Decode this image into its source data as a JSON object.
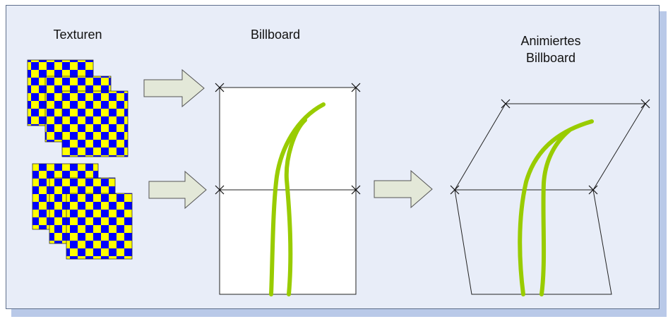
{
  "labels": {
    "textures": "Texturen",
    "billboard": "Billboard",
    "animated_line1": "Animiertes",
    "animated_line2": "Billboard"
  },
  "colors": {
    "background": "#e8edf8",
    "shadow": "#b9c9e8",
    "checker_a": "#ffff00",
    "checker_b": "#0000ff",
    "grass": "#99cc00",
    "arrow_fill": "#e3e8d8",
    "line": "#111111"
  },
  "icons": {
    "arrow": "right-arrow-icon",
    "vertex": "x-marker-icon"
  }
}
